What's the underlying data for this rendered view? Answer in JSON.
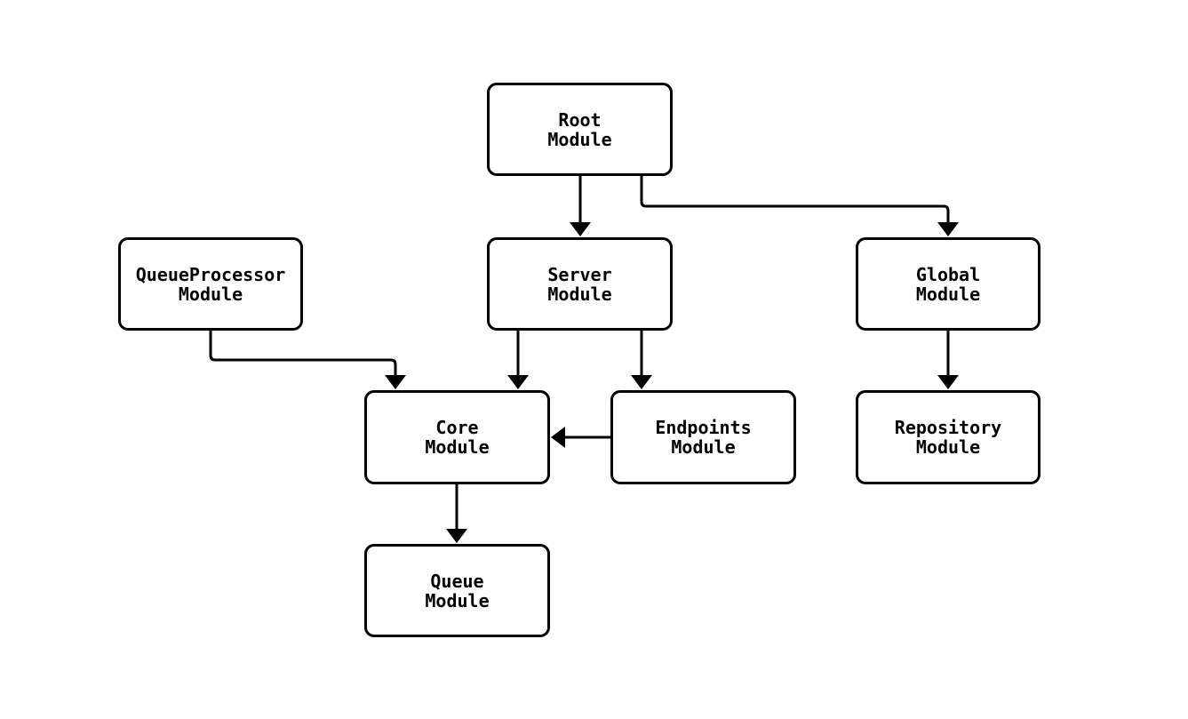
{
  "diagram": {
    "type": "flowchart",
    "colors": {
      "background": "#ffffff",
      "node_fill": "#ffffff",
      "node_border": "#000000",
      "edge": "#000000",
      "text": "#000000"
    },
    "nodes": {
      "root": {
        "label": "Root\nModule"
      },
      "queueproc": {
        "label": "QueueProcessor\nModule"
      },
      "server": {
        "label": "Server\nModule"
      },
      "global": {
        "label": "Global\nModule"
      },
      "core": {
        "label": "Core\nModule"
      },
      "endpoints": {
        "label": "Endpoints\nModule"
      },
      "repository": {
        "label": "Repository\nModule"
      },
      "queue": {
        "label": "Queue\nModule"
      }
    },
    "edges": [
      {
        "from": "Root Module",
        "to": "Server Module"
      },
      {
        "from": "Root Module",
        "to": "Global Module"
      },
      {
        "from": "QueueProcessor Module",
        "to": "Core Module"
      },
      {
        "from": "Server Module",
        "to": "Core Module"
      },
      {
        "from": "Server Module",
        "to": "Endpoints Module"
      },
      {
        "from": "Endpoints Module",
        "to": "Core Module"
      },
      {
        "from": "Global Module",
        "to": "Repository Module"
      },
      {
        "from": "Core Module",
        "to": "Queue Module"
      }
    ]
  }
}
